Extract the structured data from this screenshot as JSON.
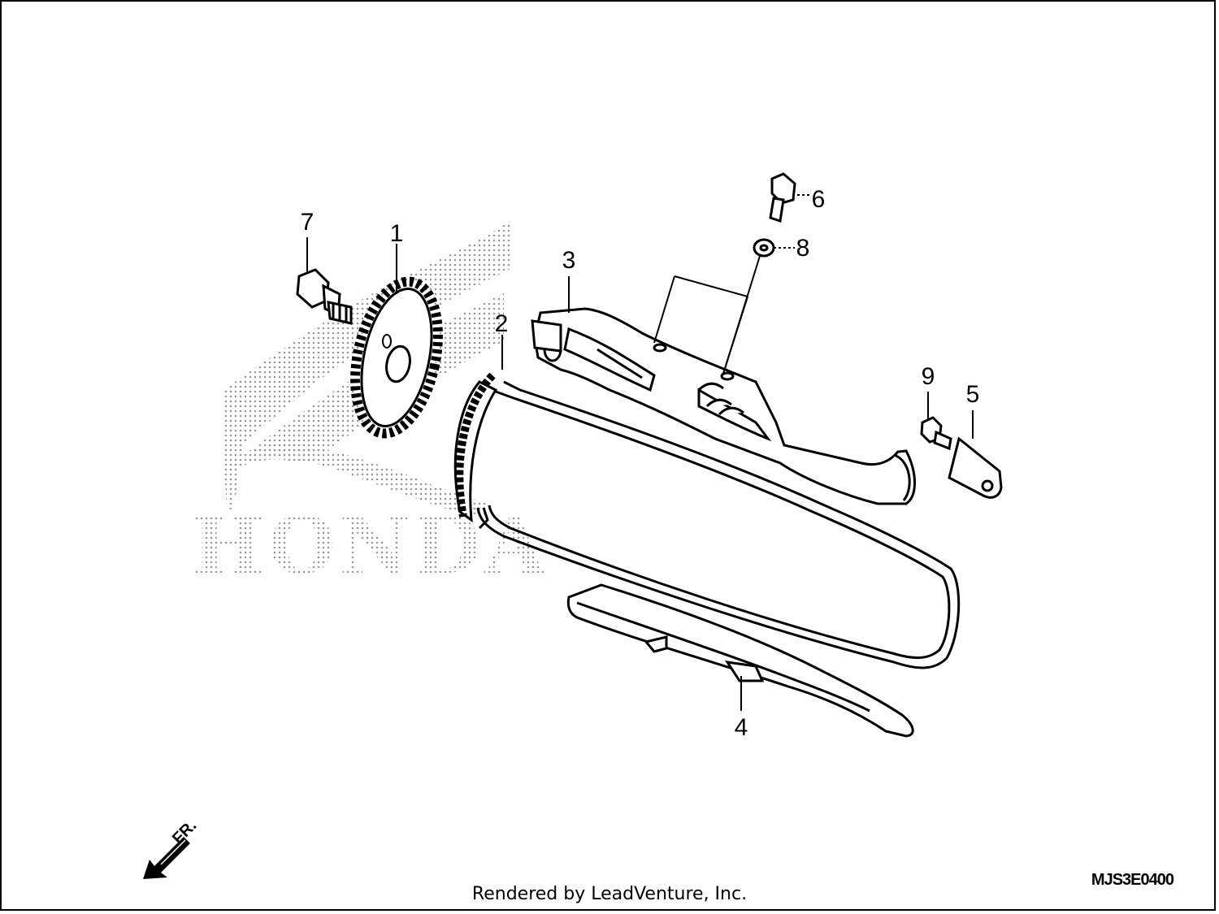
{
  "logo": {
    "text": "HONDA"
  },
  "callouts": [
    "1",
    "2",
    "3",
    "4",
    "5",
    "6",
    "7",
    "8",
    "9"
  ],
  "direction_marker": {
    "label": "FR.",
    "icon": "front-direction-arrow-icon"
  },
  "footer": {
    "credit": "Rendered by LeadVenture, Inc.",
    "diagram_code": "MJS3E0400"
  },
  "colors": {
    "line": "#000000",
    "background": "#ffffff",
    "watermark": "#9a9a9a"
  }
}
